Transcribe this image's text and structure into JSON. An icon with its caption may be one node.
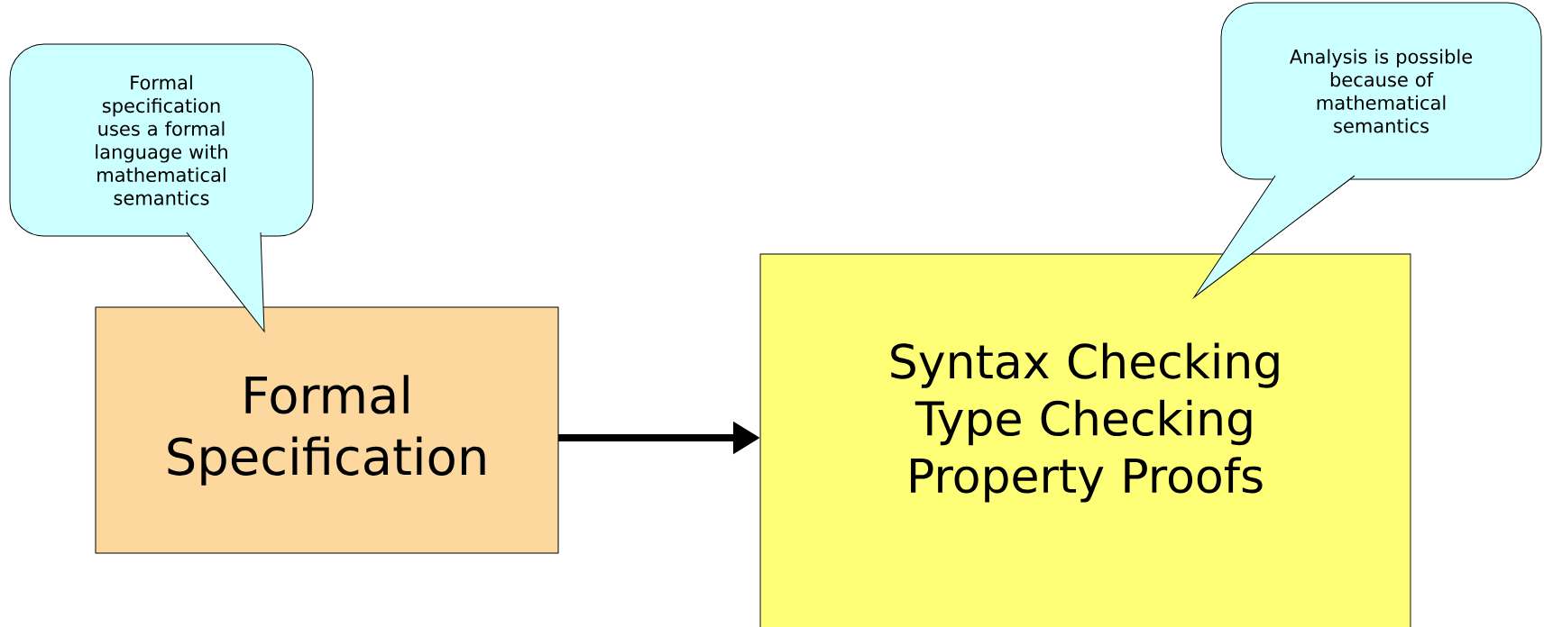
{
  "diagram": {
    "nodes": [
      {
        "text": [
          "Formal Specification"
        ]
      },
      {
        "text": [
          "Syntax Checking",
          "Type Checking",
          "Property Proofs"
        ]
      },
      {
        "text": [
          "Formal specification uses a formal language with mathematical semantics"
        ]
      },
      {
        "text": [
          "Analysis is possible because of mathematical semantics"
        ]
      }
    ],
    "edges": [
      {
        "from": 0,
        "to": 1,
        "arrow": "to"
      }
    ]
  }
}
